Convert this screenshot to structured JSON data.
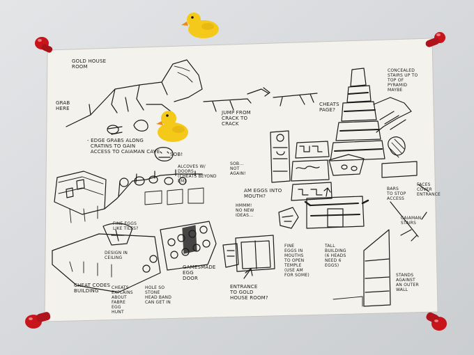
{
  "photo": {
    "wall_color": "#d4d7da",
    "paper_color": "#f4f2ec",
    "ink_color": "#1b1b1b",
    "pin_color": "#c8151c",
    "duck_color": "#f5c91a",
    "beak_color": "#f08a12"
  },
  "notes": {
    "gold_house_room": "Gold House\nRoom",
    "grab_here": "Grab\nHere",
    "edge_grabs": "- Edge grabs along\n  cratins to gain\n  access to Caiaman Cave",
    "sob": "Sob!",
    "jump_crack": "Jump from\ncrack to\ncrack",
    "cheats_page": "Cheats\nPage?",
    "concealed_stairs": "Concealed\nStairs up to\ntop of\nPyramid\nmaybe",
    "sob_not_again": "Sob...\nNot\nAgain!",
    "alcoves": "Alcoves w/\ndoors\n(cheats beyond\nEm)",
    "am_eggs": "Am eggs into\nmouth?",
    "hmmm": "Hmmm!\nNo new\nideas...",
    "bars_stop": "Bars\nto stop\nAccess",
    "faces_cover": "Faces\ncover\nEntrance",
    "caiaman_stairs": "Caiaman\nStairs",
    "fine_eggs": "Fine eggs\nlike tiles?",
    "design_in_ceiling": "Design in\nceiling",
    "cheat_codes_building": "Cheat Codes\nBuilding",
    "cheats_explains": "Cheats\nexplains\nabout\nFabre\negg\nhunt",
    "hole_in_stone": "Hole so\nstone\nhead band\ncan get in",
    "gamesmade_door": "Gamesmade\nEgg\nDoor",
    "entrance_gold": "Entrance\nto Gold\nHouse room?",
    "fine_eggs_mouths": "Fine\neggs in\nmouths\nto open\ntemple\n(use Am\nfor some)",
    "tall_building": "Tall\nbuilding\n(6 heads\nneed 6\neggs)",
    "stands_against": "Stands\nagainst\nan outer\nwall"
  }
}
